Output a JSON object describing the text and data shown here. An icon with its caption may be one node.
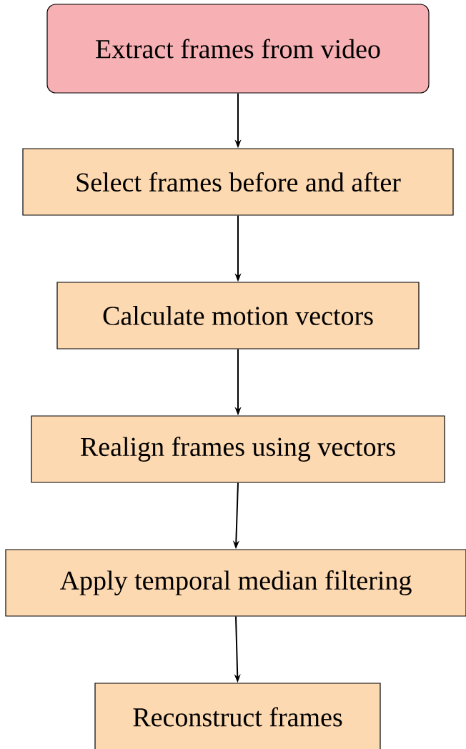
{
  "diagram": {
    "nodes": [
      {
        "text": [
          "Extract frames from video"
        ]
      },
      {
        "text": [
          "Select frames before and after"
        ]
      },
      {
        "text": [
          "Calculate motion vectors"
        ]
      },
      {
        "text": [
          "Realign frames using vectors"
        ]
      },
      {
        "text": [
          "Apply temporal median filtering"
        ]
      },
      {
        "text": [
          "Reconstruct frames"
        ]
      }
    ],
    "edges": [
      {
        "from": 0,
        "to": 1,
        "arrow": "to"
      },
      {
        "from": 1,
        "to": 2,
        "arrow": "to"
      },
      {
        "from": 2,
        "to": 3,
        "arrow": "to"
      },
      {
        "from": 3,
        "to": 4,
        "arrow": "to"
      },
      {
        "from": 4,
        "to": 5,
        "arrow": "to"
      }
    ]
  }
}
